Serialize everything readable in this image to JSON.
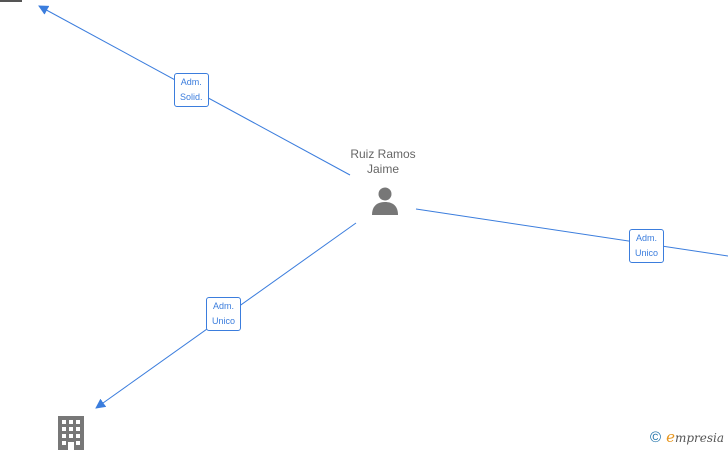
{
  "person": {
    "name_line1": "Ruiz Ramos",
    "name_line2": "Jaime"
  },
  "edges": [
    {
      "id": "solid",
      "line1": "Adm.",
      "line2": "Solid."
    },
    {
      "id": "unico-right",
      "line1": "Adm.",
      "line2": "Unico"
    },
    {
      "id": "unico-left",
      "line1": "Adm.",
      "line2": "Unico"
    }
  ],
  "footer": {
    "copyright_symbol": "©",
    "brand_initial": "e",
    "brand_rest": "mpresia"
  },
  "colors": {
    "edge": "#3b7ddd",
    "icon": "#777777",
    "brand_accent": "#e8961e"
  }
}
